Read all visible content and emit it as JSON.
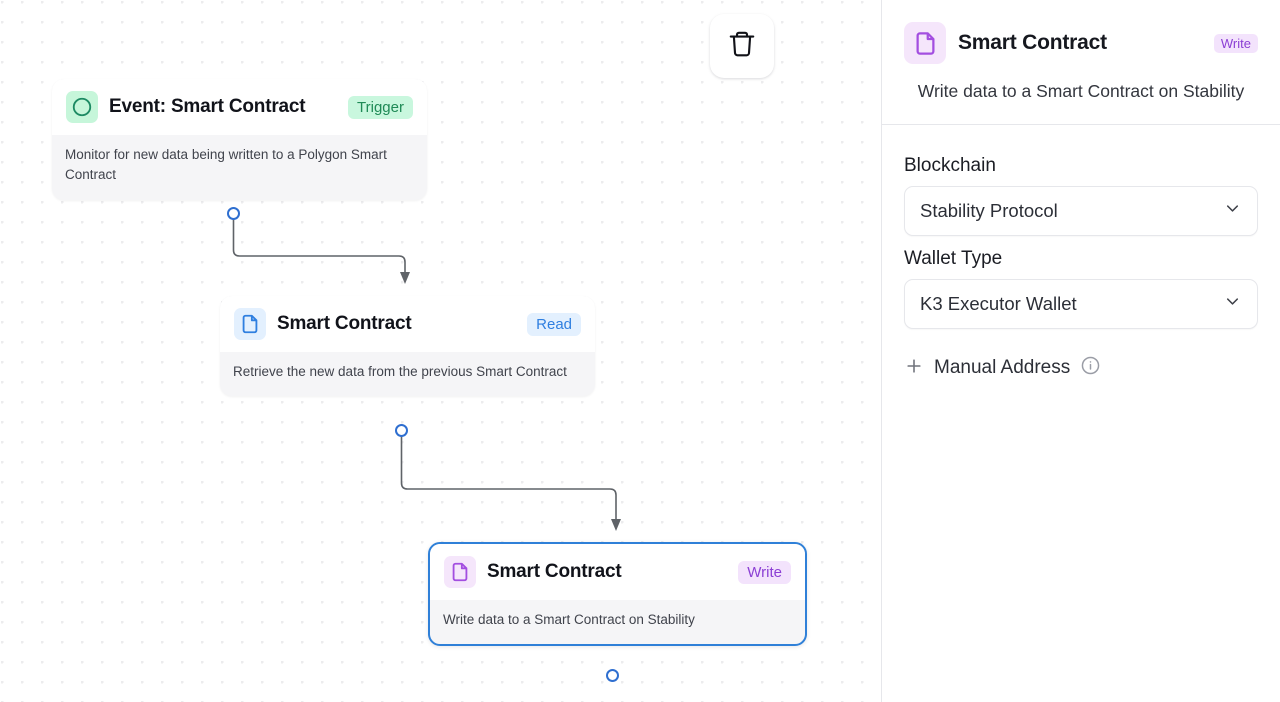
{
  "canvas": {
    "toolbar": {
      "delete_button": {
        "label": "",
        "icon": "trash-icon"
      }
    },
    "nodes": [
      {
        "id": "trigger",
        "title": "Event: Smart Contract",
        "badge": "Trigger",
        "description": "Monitor for new data being written to a Polygon Smart Contract",
        "icon": "circle-icon",
        "selected": false
      },
      {
        "id": "read",
        "title": "Smart Contract",
        "badge": "Read",
        "description": "Retrieve the new data from the previous Smart Contract",
        "icon": "document-icon",
        "selected": false
      },
      {
        "id": "write",
        "title": "Smart Contract",
        "badge": "Write",
        "description": "Write data to a Smart Contract on Stability",
        "icon": "document-icon",
        "selected": true
      }
    ]
  },
  "panel": {
    "title": "Smart Contract",
    "badge": "Write",
    "subtitle": "Write data to a Smart Contract on Stability",
    "icon": "document-icon",
    "fields": [
      {
        "label": "Blockchain",
        "value": "Stability Protocol",
        "icon": "chevron-down-icon"
      },
      {
        "label": "Wallet Type",
        "value": "K3 Executor Wallet",
        "icon": "chevron-down-icon"
      }
    ],
    "manual_address": {
      "label": "Manual Address",
      "add_icon": "plus-icon",
      "info_icon": "info-icon"
    }
  },
  "colors": {
    "trigger_accent": "#1f8a56",
    "read_accent": "#2f7fe0",
    "write_accent": "#8b3fd4",
    "selection": "#2f80d8",
    "edge": "#5f6368",
    "port": "#2f6fd0"
  }
}
